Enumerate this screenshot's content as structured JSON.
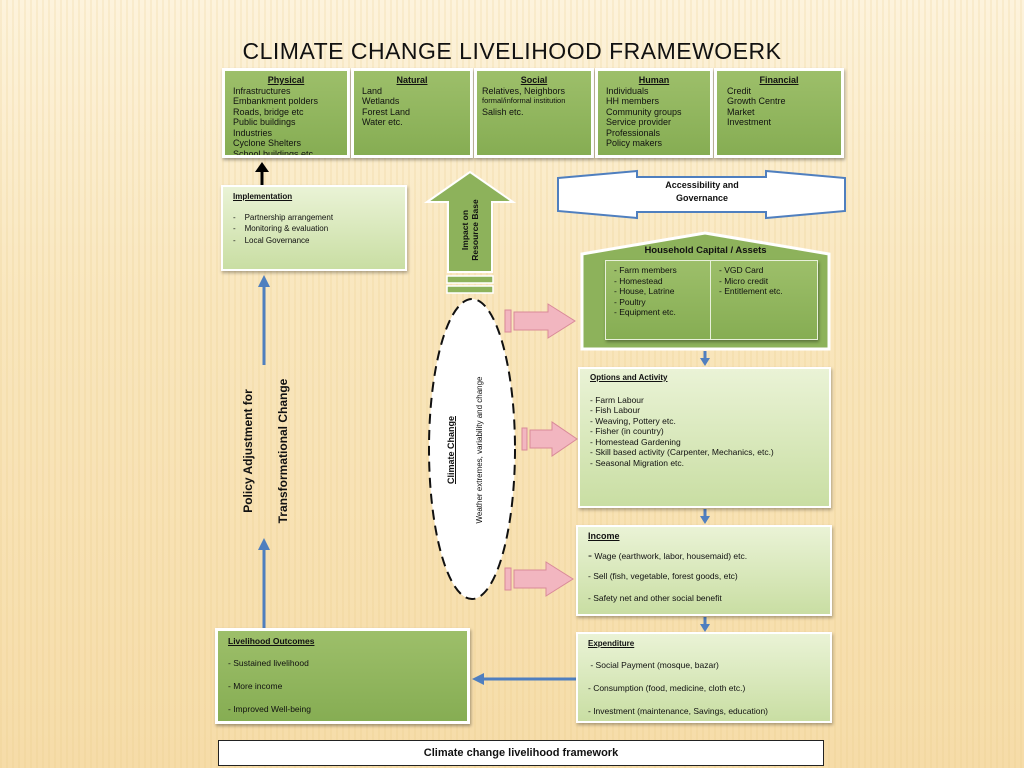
{
  "title": "CLIMATE CHANGE LIVELIHOOD FRAMEWOERK",
  "capitals": [
    {
      "label": "Physical",
      "items": [
        "Infrastructures",
        "Embankment polders",
        "Roads, bridge etc",
        "Public buildings",
        "Industries",
        "Cyclone Shelters",
        "School buildings etc"
      ]
    },
    {
      "label": "Natural",
      "items": [
        "Land",
        "Wetlands",
        "Forest Land",
        "Water etc."
      ]
    },
    {
      "label": "Social",
      "items": [
        "Relatives, Neighbors",
        "formal/informal institution",
        "Salish etc."
      ]
    },
    {
      "label": "Human",
      "items": [
        "Individuals",
        "HH members",
        "Community groups",
        "Service provider",
        "Professionals",
        "Policy makers"
      ]
    },
    {
      "label": "Financial",
      "items": [
        "Credit",
        "Growth Centre",
        "Market",
        "Investment"
      ]
    }
  ],
  "implementation": {
    "title": "Implementation",
    "items": [
      "Partnership arrangement",
      "Monitoring & evaluation",
      "Local Governance"
    ]
  },
  "impact_arrow": {
    "line1": "Impact on",
    "line2": "Resource Base"
  },
  "accessibility": {
    "line1": "Accessibility and",
    "line2": "Governance"
  },
  "household": {
    "title": "Household Capital / Assets",
    "left": [
      "- Farm members",
      "- Homestead",
      "- House,  Latrine",
      "- Poultry",
      "- Equipment etc."
    ],
    "right": [
      "- VGD Card",
      "- Micro credit",
      "- Entitlement etc."
    ]
  },
  "options": {
    "title": "Options and Activity",
    "items": [
      "- Farm Labour",
      "- Fish Labour",
      "- Weaving, Pottery etc.",
      "- Fisher (in country)",
      "- Homestead Gardening",
      "- Skill based activity (Carpenter, Mechanics, etc.)",
      "- Seasonal Migration etc."
    ]
  },
  "income": {
    "title": "Income",
    "items": [
      "Wage (earthwork, labor, housemaid) etc.",
      "- Sell (fish, vegetable, forest goods, etc)",
      "- Safety net and other social benefit"
    ],
    "dash": "-"
  },
  "climate_change": {
    "title": "Climate Change",
    "subtitle": "Weather extremes, variability and change"
  },
  "policy": {
    "line1": "Policy Adjustment for",
    "line2": "Transformational Change"
  },
  "outcomes": {
    "title": "Livelihood Outcomes",
    "items": [
      "- Sustained livelihood",
      "- More income",
      "- Improved Well-being"
    ]
  },
  "expenditure": {
    "title": "Expenditure",
    "items": [
      " - Social Payment (mosque, bazar)",
      "- Consumption (food, medicine, cloth etc.)",
      "- Investment (maintenance, Savings, education)"
    ]
  },
  "caption": "Climate change livelihood framework",
  "colors": {
    "green": "#8db25b",
    "pale_green": "#dbeabf",
    "arrow_blue": "#4f7fbf",
    "pink_arrow": "#f2b6c0"
  }
}
